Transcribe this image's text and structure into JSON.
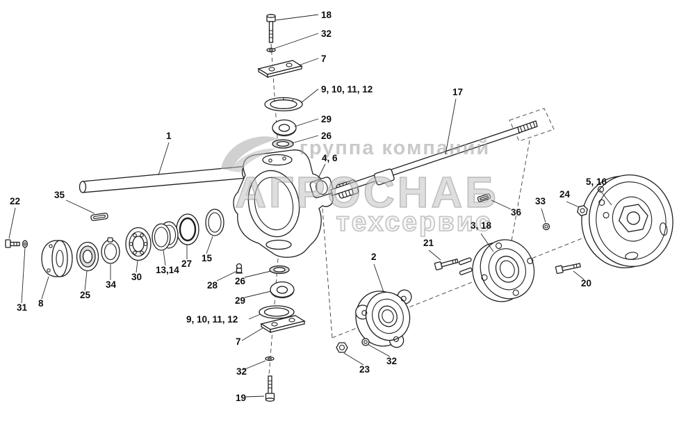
{
  "colors": {
    "line": "#1d1d1d",
    "background": "#ffffff",
    "watermark_gray": "#9e9e9e"
  },
  "watermark": {
    "line1": "группа компаний",
    "line2": "АГРОСНАБ",
    "line3": "техсервис"
  },
  "labels": {
    "bolt_top": "18",
    "washer_top": "32",
    "plate_top": "7",
    "rings_top": "9, 10, 11, 12",
    "bearing_top": "29",
    "ring26_top": "26",
    "joint": "4, 6",
    "shaft": "17",
    "tube": "1",
    "key": "35",
    "bolt_left": "22",
    "washer_left": "31",
    "cap": "8",
    "seal": "25",
    "washer34": "34",
    "bearing30": "30",
    "rings1314": "13,14",
    "ring27": "27",
    "ring15": "15",
    "fitting28": "28",
    "ring26_bot": "26",
    "bearing_bot": "29",
    "rings_bot": "9, 10, 11, 12",
    "plate_bot": "7",
    "washer_bot": "32",
    "bolt_bot": "19",
    "nut23": "23",
    "washer32c": "32",
    "flange2": "2",
    "bolt21": "21",
    "flange318": "3, 18",
    "washer33": "33",
    "nut24": "24",
    "hub": "5, 16",
    "clip36": "36",
    "bolt20": "20"
  }
}
